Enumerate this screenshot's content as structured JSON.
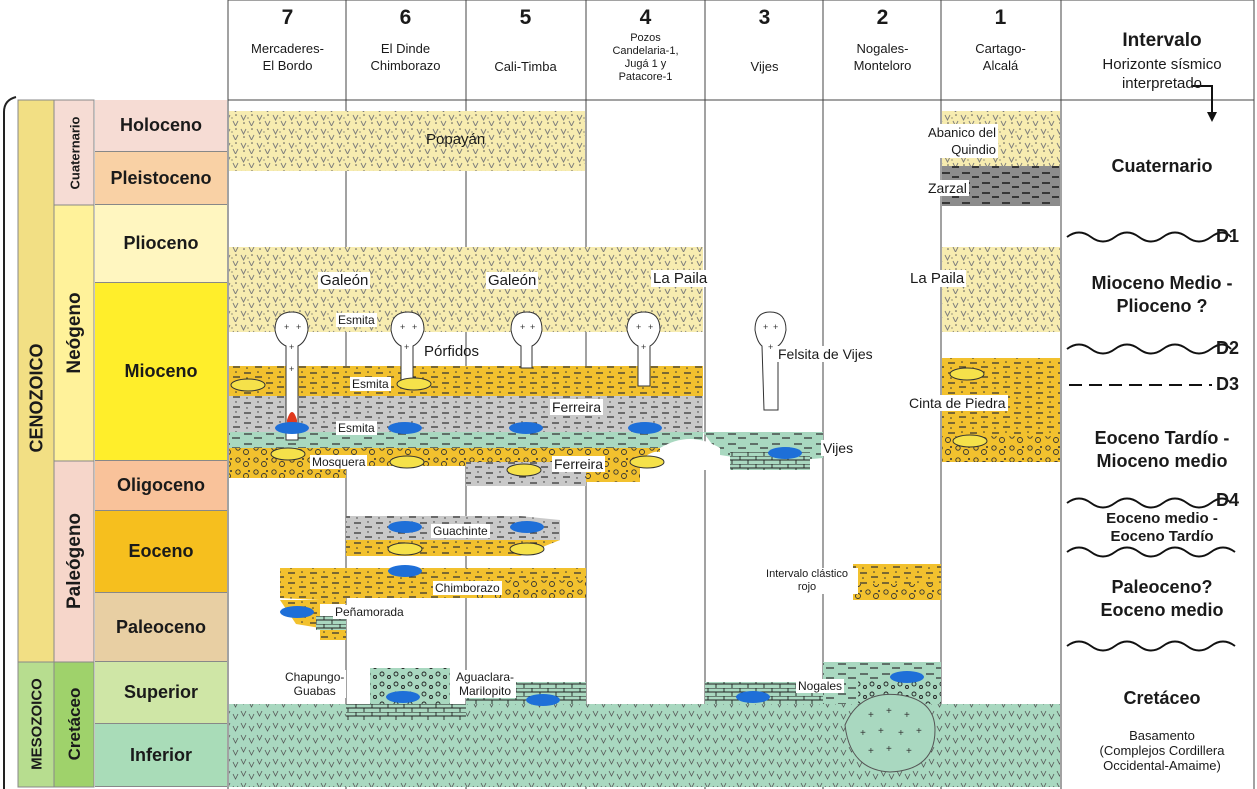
{
  "columns": [
    {
      "number": "7",
      "name": "Mercaderes-\nEl Bordo"
    },
    {
      "number": "6",
      "name": "El Dinde\nChimborazo"
    },
    {
      "number": "5",
      "name": "Cali-Timba"
    },
    {
      "number": "4",
      "name": "Pozos\nCandelaria-1,\nJugá 1 y\nPatacore-1"
    },
    {
      "number": "3",
      "name": "Vijes"
    },
    {
      "number": "2",
      "name": "Nogales-\nMonteloro"
    },
    {
      "number": "1",
      "name": "Cartago-\nAlcalá"
    }
  ],
  "header": {
    "intervalo_title": "Intervalo",
    "intervalo_sub": "Horizonte sísmico\ninterpretado"
  },
  "eras": {
    "cenozoico": "CENOZOICO",
    "mesozoico": "MESOZOICO"
  },
  "periods": {
    "cuaternario": "Cuaternario",
    "neogeno": "Neógeno",
    "paleogeno": "Paleógeno",
    "cretaceo": "Cretáceo"
  },
  "epochs": {
    "holoceno": "Holoceno",
    "pleistoceno": "Pleistoceno",
    "plioceno": "Plioceno",
    "mioceno": "Mioceno",
    "oligoceno": "Oligoceno",
    "eoceno": "Eoceno",
    "paleoceno": "Paleoceno",
    "superior": "Superior",
    "inferior": "Inferior"
  },
  "units": {
    "popayan": "Popayán",
    "abanico": "Abanico del\nQuindio",
    "zarzal": "Zarzal",
    "galeon1": "Galeón",
    "galeon2": "Galeón",
    "lapaila4": "La Paila",
    "lapaila1": "La Paila",
    "esmita1": "Esmita",
    "esmita2": "Esmita",
    "esmita3": "Esmita",
    "porfidos": "Pórfidos",
    "felsita": "Felsita de Vijes",
    "ferreira1": "Ferreira",
    "ferreira2": "Ferreira",
    "cinta": "Cinta de Piedra",
    "vijes": "Vijes",
    "mosquera": "Mosquera",
    "guachinte": "Guachinte",
    "chimborazo": "Chimborazo",
    "penamorada": "Peñamorada",
    "intervalo_clastico": "Intervalo clástico\nrojo",
    "chapungo": "Chapungo-\nGuabas",
    "aguaclara": "Aguaclara-\nMarilopito",
    "nogales": "Nogales"
  },
  "intervals": {
    "cuaternario": "Cuaternario",
    "mioceno_plioceno": "Mioceno Medio -\nPlioceno ?",
    "eoceno_mioceno": "Eoceno Tardío -\nMioceno medio",
    "eoceno_medio_tardio": "Eoceno medio -\nEoceno Tardío",
    "paleoceno_eoceno": "Paleoceno?\nEoceno medio",
    "cretaceo": "Cretáceo",
    "basamento": "Basamento\n(Complejos Cordillera\nOccidental-Amaime)"
  },
  "horizons": {
    "d1": "D1",
    "d2": "D2",
    "d3": "D3",
    "d4": "D4"
  },
  "colors": {
    "conglomerate_yellow": "#f2c12e",
    "sand_yellow": "#f7ecb0",
    "shale_gray": "#c9c9c9",
    "basement_green": "#a9d8c0",
    "lens_blue": "#1e6fd8",
    "lens_yellow": "#f5e14a",
    "holoceno": "#f6dcd4",
    "pleistoceno": "#f9d1a5",
    "plioceno": "#fff6c0",
    "mioceno": "#ffee2b",
    "oligoceno": "#f9c29a",
    "eoceno": "#f6bf1e",
    "paleoceno": "#e8cfa3",
    "cret_sup": "#cfe6a6",
    "cret_inf": "#a9dcb8"
  }
}
